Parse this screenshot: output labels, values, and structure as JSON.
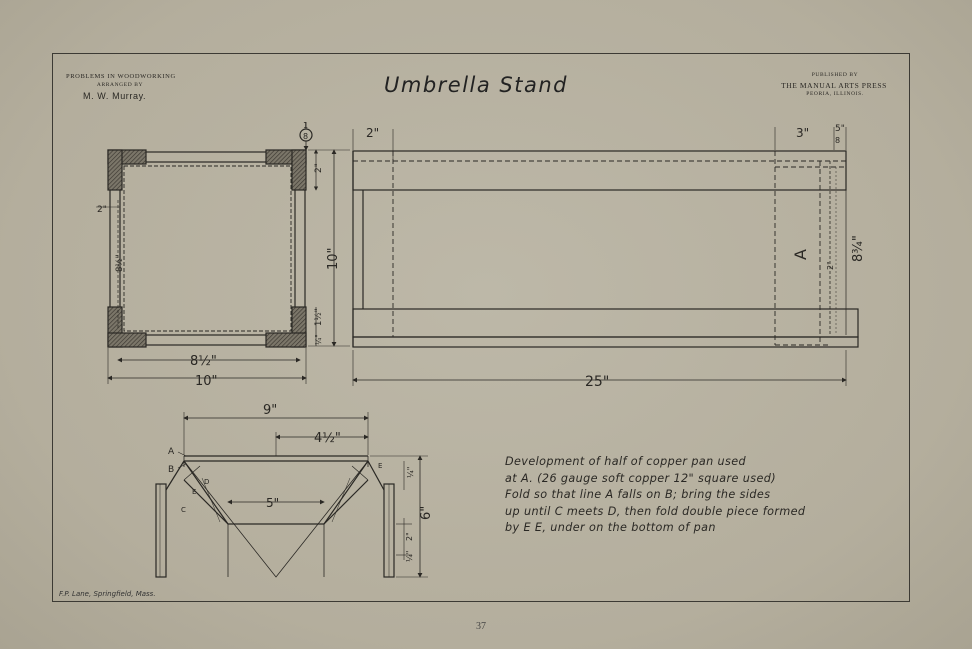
{
  "header": {
    "left_line1": "Problems in Woodworking",
    "left_line2": "arranged by",
    "left_line3": "M. W. Murray.",
    "title": "Umbrella Stand",
    "right_line1": "published by",
    "right_line2": "The Manual Arts Press",
    "right_line3": "Peoria, Illinois."
  },
  "plan_view": {
    "dim_width_inner": "8½\"",
    "dim_width_outer": "10\"",
    "dim_depth": "10\"",
    "dim_top_right": "2\"",
    "dim_left_small": "2\"",
    "dim_left_height": "8½\"",
    "dim_right_low": "1½\"",
    "dim_right_bottom": "¼\"",
    "section_mark": "1",
    "section_mark_sub": "8"
  },
  "elevation_view": {
    "dim_left": "2\"",
    "dim_right": "3\"",
    "dim_right_small": "5\"",
    "dim_right_small_sub": "8",
    "dim_length": "25\"",
    "dim_height": "8¾\"",
    "dim_inner_small": "2\"",
    "label_a": "A"
  },
  "pan_view": {
    "dim_top": "9\"",
    "dim_half": "4½\"",
    "dim_bottom": "5\"",
    "dim_height": "6\"",
    "dim_small_1": "¼\"",
    "dim_small_2": "2\"",
    "dim_small_3": "¼\"",
    "label_a": "A",
    "label_b": "B",
    "label_c": "C",
    "label_d": "D",
    "label_e": "E",
    "label_e2": "E"
  },
  "notes": [
    "Development of half of copper pan used",
    "at A. (26 gauge soft copper 12\" square used)",
    "Fold so that line A falls on B; bring the sides",
    "up until C meets D, then fold double piece formed",
    "by E E, under on the bottom of pan"
  ],
  "credit": "F.P. Lane, Springfield, Mass.",
  "page_number": "37"
}
